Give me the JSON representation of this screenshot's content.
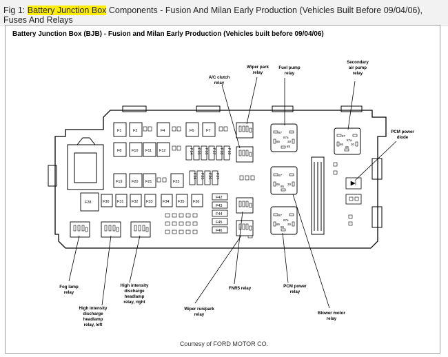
{
  "header": {
    "prefix": "Fig 1: ",
    "highlight": "Battery Junction Box",
    "rest": " Components - Fusion And Milan Early Production (Vehicles Built Before 09/04/06), Fuses And Relays"
  },
  "diagram": {
    "title": "Battery Junction Box (BJB) - Fusion and Milan Early Production (Vehicles built before 09/04/06)",
    "courtesy": "Courtesy of FORD MOTOR CO."
  },
  "labels": {
    "wiper_park_relay": [
      "Wiper park",
      "relay"
    ],
    "fuel_pump_relay": [
      "Fuel pump",
      "relay"
    ],
    "secondary_air_pump_relay": [
      "Secondary",
      "air pump",
      "relay"
    ],
    "ac_clutch_relay": [
      "A/C clutch",
      "relay"
    ],
    "pcm_power_diode": [
      "PCM power",
      "diode"
    ],
    "fog_lamp_relay": [
      "Fog lamp",
      "relay"
    ],
    "hid_right": [
      "High intensity",
      "discharge",
      "headlamp",
      "relay, right"
    ],
    "hid_left": [
      "High intensity",
      "discharge",
      "headlamp",
      "relay, left"
    ],
    "wiper_run_park_relay": [
      "Wiper run/park",
      "relay"
    ],
    "fnr5_relay": [
      "FNR5 relay"
    ],
    "pcm_power_relay": [
      "PCM power",
      "relay"
    ],
    "blower_motor_relay": [
      "Blower motor",
      "relay"
    ]
  },
  "fuses": {
    "row1": [
      "F1",
      "F2",
      "F4",
      "F6",
      "F7"
    ],
    "row2": [
      "F8",
      "F10",
      "F11",
      "F12"
    ],
    "vertical": [
      "F14",
      "F15",
      "F16",
      "F17",
      "F18",
      "F19"
    ],
    "row3": [
      "F19",
      "F20",
      "F21",
      "F23"
    ],
    "vertical2": [
      "F24",
      "F25",
      "F26",
      "F27"
    ],
    "f28": "F28",
    "row4": [
      "F30",
      "F31",
      "F32",
      "F33",
      "F34",
      "F35",
      "F36"
    ],
    "stack": [
      "F42",
      "F43",
      "F44",
      "F45",
      "F46"
    ]
  },
  "relay_pins": [
    "87",
    "87a",
    "86",
    "85",
    "30"
  ]
}
